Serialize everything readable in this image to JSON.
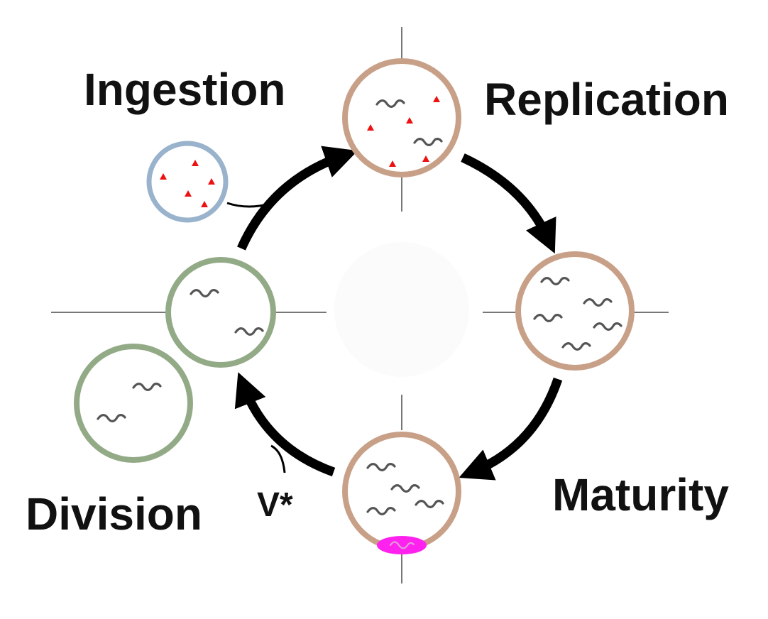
{
  "labels": {
    "ingestion": "Ingestion",
    "replication": "Replication",
    "maturity": "Maturity",
    "division": "Division",
    "marker": "V*"
  },
  "colors": {
    "tan_cell": "#c8a088",
    "green_cell": "#93aa87",
    "blue_cell": "#9ab3cc",
    "particle": "#ee1111",
    "magenta": "#ff22ee",
    "arrow": "#000000",
    "axis": "#777777",
    "squiggle": "#555555"
  },
  "icons": {
    "cell_contents": "squiggle-icon",
    "ingested_particles": "triangle-icon",
    "exit_vesicle": "ellipse-icon"
  }
}
